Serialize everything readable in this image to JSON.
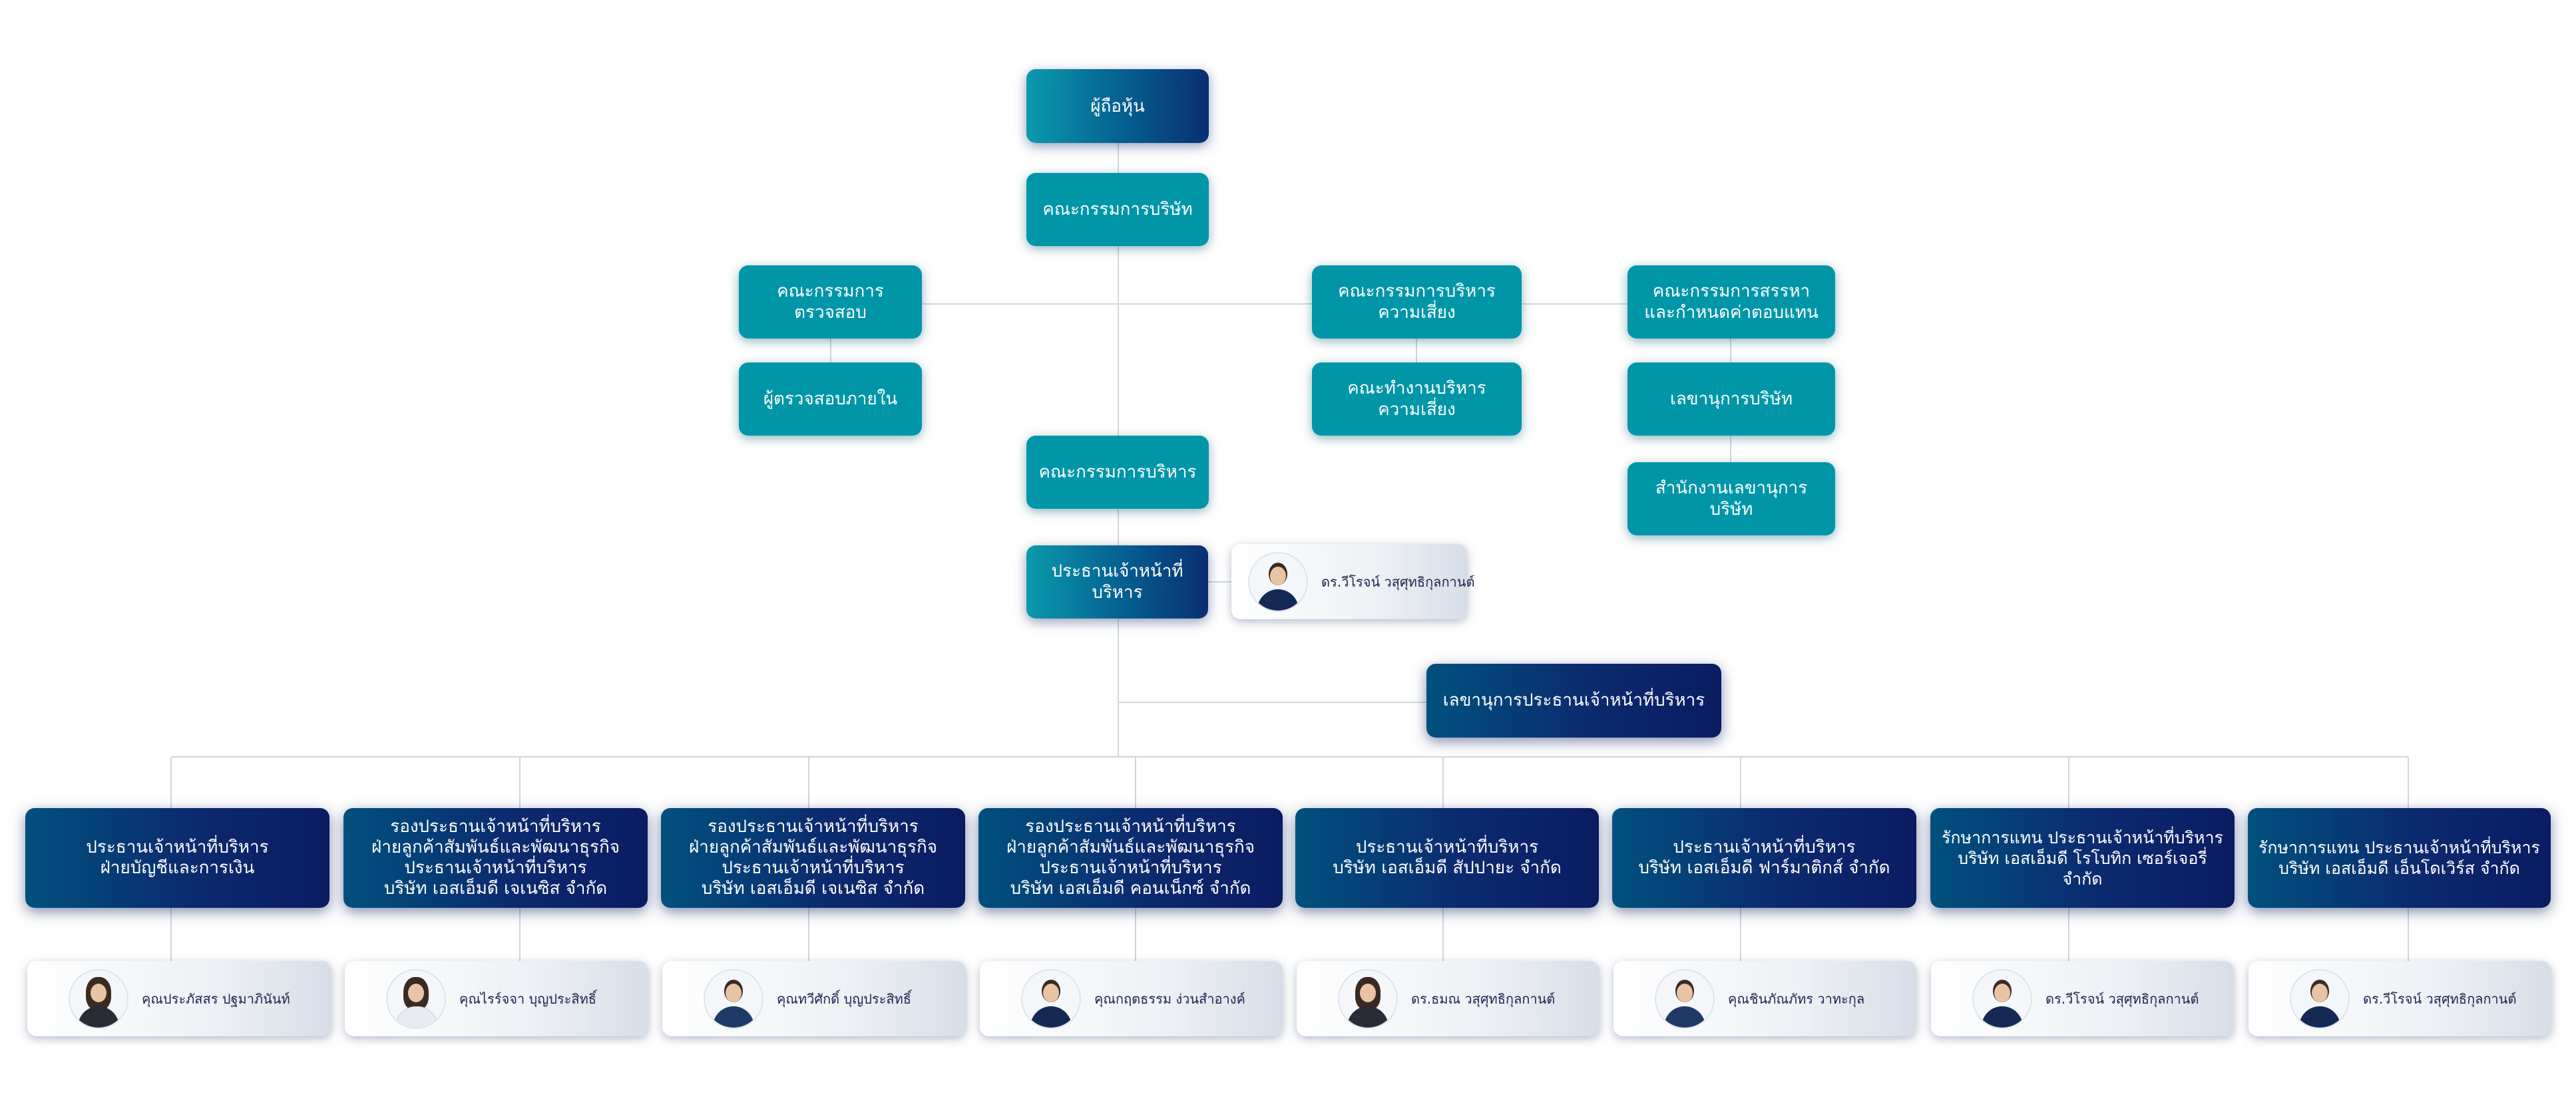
{
  "top": {
    "shareholders": "ผู้ถือหุ้น",
    "board": "คณะกรรมการบริษัท"
  },
  "committees": {
    "audit": "คณะกรรมการ\nตรวจสอบ",
    "internal_audit": "ผู้ตรวจสอบภายใน",
    "risk": "คณะกรรมการบริหาร\nความเสี่ยง",
    "risk_working": "คณะทำงานบริหาร\nความเสี่ยง",
    "nomination": "คณะกรรมการสรรหา\nและกำหนดค่าตอบแทน",
    "secretary": "เลขานุการบริษัท",
    "secretary_office": "สำนักงานเลขานุการบริษัท",
    "executive": "คณะกรรมการบริหาร"
  },
  "ceo": {
    "title": "ประธานเจ้าหน้าที่\nบริหาร",
    "person": "ดร.วีโรจน์ วสุศุทธิกุลกานต์"
  },
  "ceo_secretary": "เลขานุการประธานเจ้าหน้าที่บริหาร",
  "executives": [
    {
      "title": "ประธานเจ้าหน้าที่บริหาร\nฝ่ายบัญชีและการเงิน",
      "person": "คุณประภัสสร ปฐมาภินันท์"
    },
    {
      "title": "รองประธานเจ้าหน้าที่บริหาร\nฝ่ายลูกค้าสัมพันธ์และพัฒนาธุรกิจ\nประธานเจ้าหน้าที่บริหาร\nบริษัท เอสเอ็มดี เจเนซิส จำกัด",
      "person": "คุณไรร์จจา บุญประสิทธิ์"
    },
    {
      "title": "รองประธานเจ้าหน้าที่บริหาร\nฝ่ายลูกค้าสัมพันธ์และพัฒนาธุรกิจ\nประธานเจ้าหน้าที่บริหาร\nบริษัท เอสเอ็มดี เจเนซิส จำกัด",
      "person": "คุณทวีศักดิ์ บุญประสิทธิ์"
    },
    {
      "title": "รองประธานเจ้าหน้าที่บริหาร\nฝ่ายลูกค้าสัมพันธ์และพัฒนาธุรกิจ\nประธานเจ้าหน้าที่บริหาร\nบริษัท เอสเอ็มดี คอนเน็กซ์ จำกัด",
      "person": "คุณกฤตธรรม ง่วนสำอางค์"
    },
    {
      "title": "ประธานเจ้าหน้าที่บริหาร\nบริษัท เอสเอ็มดี สัปปายะ จำกัด",
      "person": "ดร.ธมณ วสุศุทธิกุลกานต์"
    },
    {
      "title": "ประธานเจ้าหน้าที่บริหาร\nบริษัท เอสเอ็มดี ฟาร์มาติกส์ จำกัด",
      "person": "คุณชินภัณภัทร วาทะกุล"
    },
    {
      "title": "รักษาการแทน ประธานเจ้าหน้าที่บริหาร\nบริษัท เอสเอ็มดี โรโบทิก เซอร์เจอรี่ จำกัด",
      "person": "ดร.วีโรจน์ วสุศุทธิกุลกานต์"
    },
    {
      "title": "รักษาการแทน ประธานเจ้าหน้าที่บริหาร\nบริษัท เอสเอ็มดี เอ็นโดเวิร์ส จำกัด",
      "person": "ดร.วีโรจน์ วสุศุทธิกุลกานต์"
    }
  ],
  "colors": {
    "teal": "#0096a8",
    "navy": "#0a1c62",
    "connector": "#cfd6df"
  },
  "icons": [
    "person-photo-icon"
  ]
}
